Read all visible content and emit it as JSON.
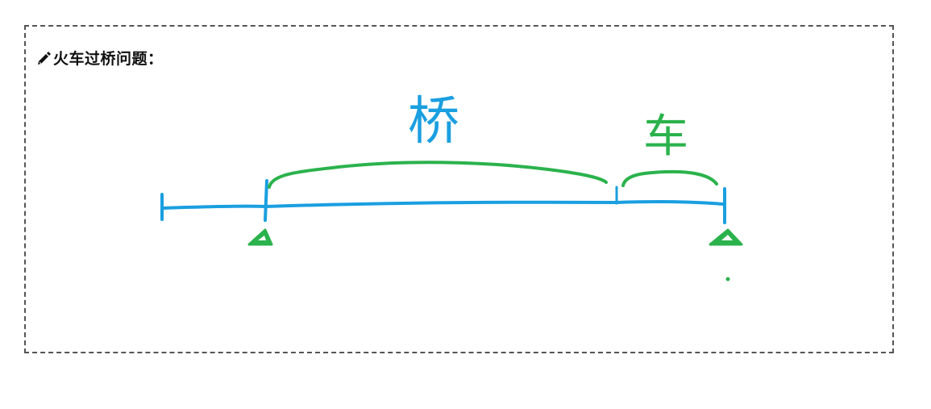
{
  "title": "火车过桥问题：",
  "labels": {
    "bridge": "桥",
    "train": "车"
  },
  "colors": {
    "track": "#1a9fe0",
    "annotation": "#2bb24c",
    "frame": "#555555",
    "text": "#111111"
  },
  "icons": {
    "title_marker": "pencil-icon",
    "train_front_marker": "triangle-icon",
    "train_rear_marker": "triangle-icon"
  }
}
